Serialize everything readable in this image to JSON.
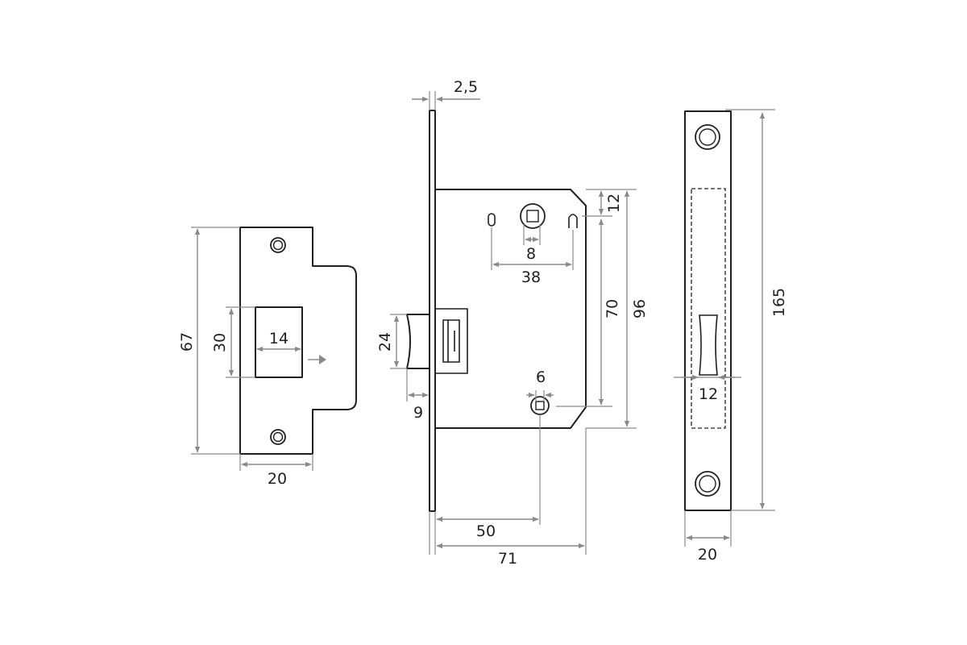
{
  "colors": {
    "outline": "#231f20",
    "dimension": "#8a8a8a",
    "background": "#ffffff"
  },
  "strike_plate": {
    "height": "67",
    "opening_height": "30",
    "opening_width": "14",
    "plate_width": "20"
  },
  "lock_body": {
    "faceplate_thickness": "2,5",
    "top_hole_offset": "12",
    "hole_spacing": "70",
    "body_height": "96",
    "spindle_square": "8",
    "hole_distance": "38",
    "latch_height": "24",
    "latch_projection": "9",
    "lower_square": "6",
    "backset": "50",
    "body_depth": "71"
  },
  "faceplate": {
    "length": "165",
    "latch_width": "12",
    "width": "20"
  }
}
